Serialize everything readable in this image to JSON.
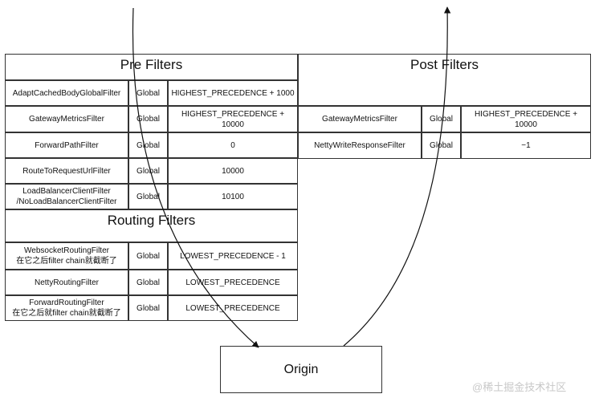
{
  "pre": {
    "title": "Pre Filters",
    "rows": [
      {
        "name": "AdaptCachedBodyGlobalFilter",
        "scope": "Global",
        "order": "HIGHEST_PRECEDENCE + 1000"
      },
      {
        "name": "GatewayMetricsFilter",
        "scope": "Global",
        "order": "HIGHEST_PRECEDENCE + 10000"
      },
      {
        "name": "ForwardPathFilter",
        "scope": "Global",
        "order": "0"
      },
      {
        "name": "RouteToRequestUrlFilter",
        "scope": "Global",
        "order": "10000"
      },
      {
        "name": "LoadBalancerClientFilter\n/NoLoadBalancerClientFilter",
        "scope": "Global",
        "order": "10100"
      }
    ]
  },
  "routing": {
    "title": "Routing Filters",
    "rows": [
      {
        "name": "WebsocketRoutingFilter\n在它之后filter chain就截断了",
        "scope": "Global",
        "order": "LOWEST_PRECEDENCE - 1"
      },
      {
        "name": "NettyRoutingFilter",
        "scope": "Global",
        "order": "LOWEST_PRECEDENCE"
      },
      {
        "name": "ForwardRoutingFilter\n在它之后就filter chain就截断了",
        "scope": "Global",
        "order": "LOWEST_PRECEDENCE"
      }
    ]
  },
  "post": {
    "title": "Post Filters",
    "rows": [
      {
        "name": "GatewayMetricsFilter",
        "scope": "Global",
        "order": "HIGHEST_PRECEDENCE + 10000"
      },
      {
        "name": "NettyWriteResponseFilter",
        "scope": "Global",
        "order": "−1"
      }
    ]
  },
  "origin": {
    "label": "Origin"
  },
  "watermark": {
    "text": "@稀土掘金技术社区"
  }
}
